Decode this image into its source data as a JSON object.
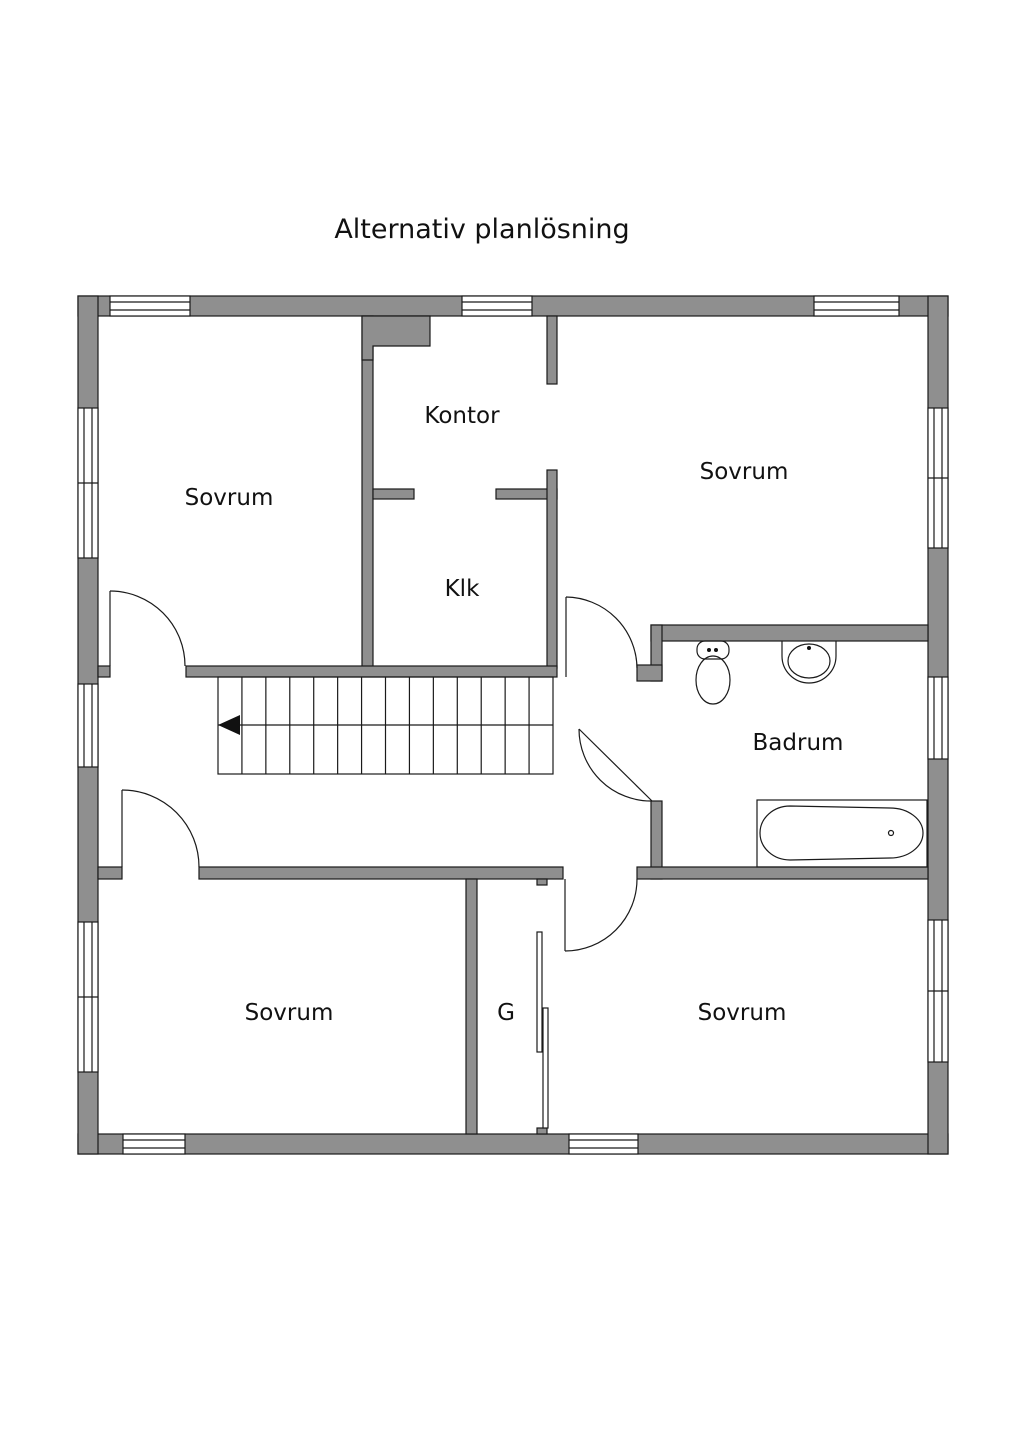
{
  "title": "Alternativ planlösning",
  "rooms": {
    "sovrum_top_left": "Sovrum",
    "kontor": "Kontor",
    "klk": "Klk",
    "sovrum_top_right": "Sovrum",
    "badrum": "Badrum",
    "sovrum_bottom_left": "Sovrum",
    "g": "G",
    "sovrum_bottom_right": "Sovrum"
  },
  "colors": {
    "wall": "#8f8f8f",
    "line": "#1a1a1a",
    "background": "#ffffff"
  }
}
